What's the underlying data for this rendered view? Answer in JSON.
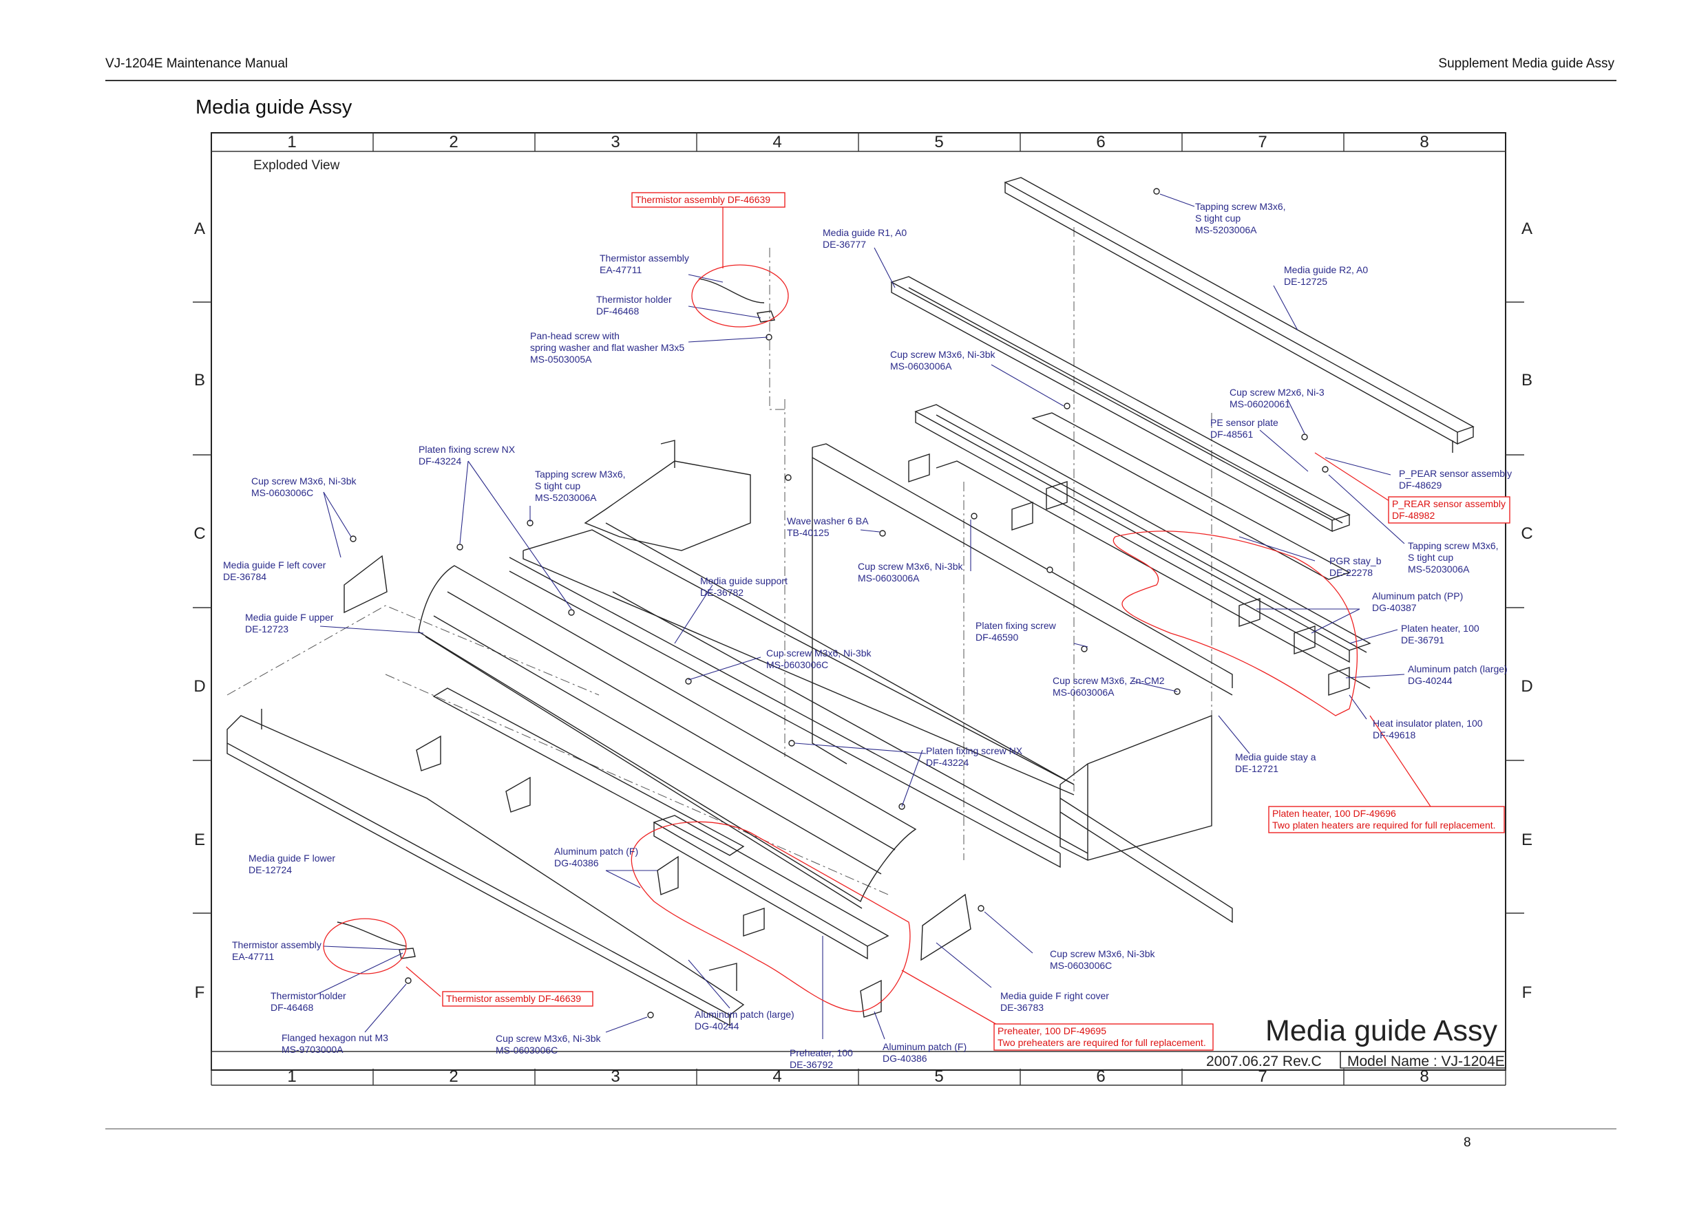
{
  "header": {
    "left": "VJ-1204E  Maintenance Manual",
    "right": "Supplement  Media guide Assy"
  },
  "section_title": "Media guide Assy",
  "drawing": {
    "view_label": "Exploded View",
    "grid_columns": [
      "1",
      "2",
      "3",
      "4",
      "5",
      "6",
      "7",
      "8"
    ],
    "grid_rows": [
      "A",
      "B",
      "C",
      "D",
      "E",
      "F"
    ],
    "callouts": [
      {
        "lines": [
          "Tapping screw M3x6,",
          "S tight cup",
          "MS-5203006A"
        ]
      },
      {
        "lines": [
          "Media guide R1, A0",
          "DE-36777"
        ]
      },
      {
        "lines": [
          "Media guide R2, A0",
          "DE-12725"
        ]
      },
      {
        "lines": [
          "Thermistor assembly",
          "EA-47711"
        ]
      },
      {
        "lines": [
          "Thermistor holder",
          "DF-46468"
        ]
      },
      {
        "lines": [
          "Pan-head screw with",
          "spring washer and flat washer M3x5",
          "MS-0503005A"
        ]
      },
      {
        "lines": [
          "Cup screw M3x6, Ni-3bk",
          "MS-0603006A"
        ]
      },
      {
        "lines": [
          "Cup screw M2x6, Ni-3",
          "MS-06020061"
        ]
      },
      {
        "lines": [
          "PE sensor plate",
          "DF-48561"
        ]
      },
      {
        "lines": [
          "P_PEAR sensor assembly",
          "DF-48629"
        ]
      },
      {
        "lines": [
          "Platen fixing screw NX",
          "DF-43224"
        ]
      },
      {
        "lines": [
          "Tapping screw M3x6,",
          "S tight cup",
          "MS-5203006A"
        ]
      },
      {
        "lines": [
          "Cup screw M3x6, Ni-3bk",
          "MS-0603006C"
        ]
      },
      {
        "lines": [
          "Wave washer 6 BA",
          "TB-40125"
        ]
      },
      {
        "lines": [
          "Tapping screw M3x6,",
          "S tight cup",
          "MS-5203006A"
        ]
      },
      {
        "lines": [
          "Media guide F left cover",
          "DE-36784"
        ]
      },
      {
        "lines": [
          "Media guide support",
          "DE-36782"
        ]
      },
      {
        "lines": [
          "Cup screw M3x6, Ni-3bk",
          "MS-0603006A"
        ]
      },
      {
        "lines": [
          "PGR stay_b",
          "DE-22278"
        ]
      },
      {
        "lines": [
          "Aluminum patch (PP)",
          "DG-40387"
        ]
      },
      {
        "lines": [
          "Media guide F upper",
          "DE-12723"
        ]
      },
      {
        "lines": [
          "Platen heater, 100",
          "DE-36791"
        ]
      },
      {
        "lines": [
          "Platen fixing screw",
          "DF-46590"
        ]
      },
      {
        "lines": [
          "Cup screw M3x6, Ni-3bk",
          "MS-0603006C"
        ]
      },
      {
        "lines": [
          "Aluminum patch (large)",
          "DG-40244"
        ]
      },
      {
        "lines": [
          "Cup screw M3x6, Zn-CM2",
          "MS-0603006A"
        ]
      },
      {
        "lines": [
          "Heat insulator platen, 100",
          "DF-49618"
        ]
      },
      {
        "lines": [
          "Platen fixing screw NX",
          "DF-43224"
        ]
      },
      {
        "lines": [
          "Media guide stay a",
          "DE-12721"
        ]
      },
      {
        "lines": [
          "Media guide F lower",
          "DE-12724"
        ]
      },
      {
        "lines": [
          "Aluminum patch (F)",
          "DG-40386"
        ]
      },
      {
        "lines": [
          "Thermistor assembly",
          "EA-47711"
        ]
      },
      {
        "lines": [
          "Cup screw M3x6, Ni-3bk",
          "MS-0603006C"
        ]
      },
      {
        "lines": [
          "Thermistor holder",
          "DF-46468"
        ]
      },
      {
        "lines": [
          "Media guide F right cover",
          "DE-36783"
        ]
      },
      {
        "lines": [
          "Flanged hexagon nut M3",
          "MS-9703000A"
        ]
      },
      {
        "lines": [
          "Cup screw M3x6, Ni-3bk",
          "MS-0603006C"
        ]
      },
      {
        "lines": [
          "Aluminum patch (large)",
          "DG-40244"
        ]
      },
      {
        "lines": [
          "Preheater, 100",
          "DE-36792"
        ]
      },
      {
        "lines": [
          "Aluminum patch (F)",
          "DG-40386"
        ]
      }
    ],
    "red_notes": [
      {
        "lines": [
          "Thermistor assembly   DF-46639"
        ]
      },
      {
        "lines": [
          "P_REAR sensor assembly",
          "DF-48982"
        ]
      },
      {
        "lines": [
          "Platen heater, 100    DF-49696",
          "Two platen heaters are required for full replacement."
        ]
      },
      {
        "lines": [
          "Thermistor assembly   DF-46639"
        ]
      },
      {
        "lines": [
          "Preheater, 100    DF-49695",
          "Two preheaters are required for full replacement."
        ]
      }
    ],
    "title_block": {
      "title": "Media guide Assy",
      "revision": "2007.06.27 Rev.C",
      "model": "Model Name : VJ-1204E"
    }
  },
  "footer": {
    "page_number": "8"
  }
}
